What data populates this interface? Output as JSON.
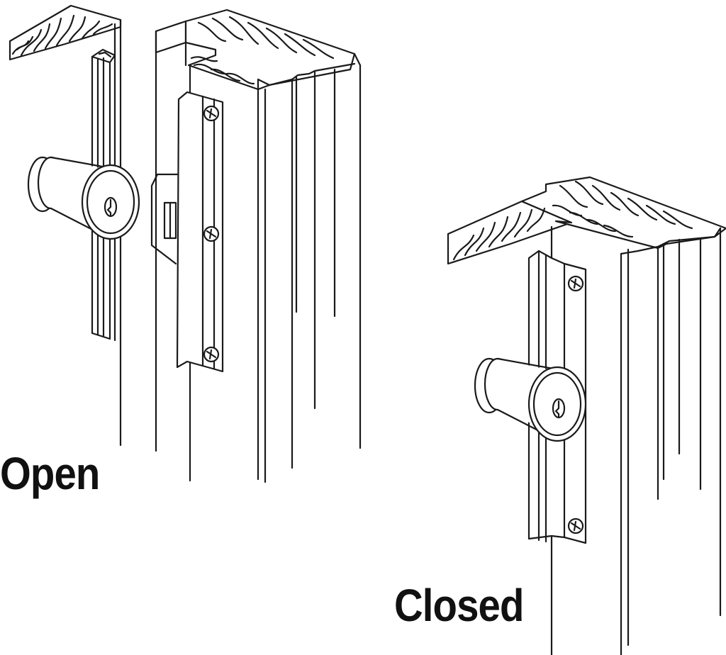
{
  "labels": {
    "open": "Open",
    "closed": "Closed"
  },
  "colors": {
    "line": "#1a1a1a",
    "background": "#ffffff",
    "text": "#111111"
  },
  "illustrations": {
    "open": {
      "parts": [
        "door-edge",
        "door-frame",
        "frame-molding",
        "latch-guard-plate",
        "strike-plate",
        "doorknob-with-keyhole",
        "screws"
      ]
    },
    "closed": {
      "parts": [
        "door-frame",
        "frame-molding",
        "latch-guard-plate",
        "doorknob-with-keyhole",
        "screws"
      ]
    }
  }
}
